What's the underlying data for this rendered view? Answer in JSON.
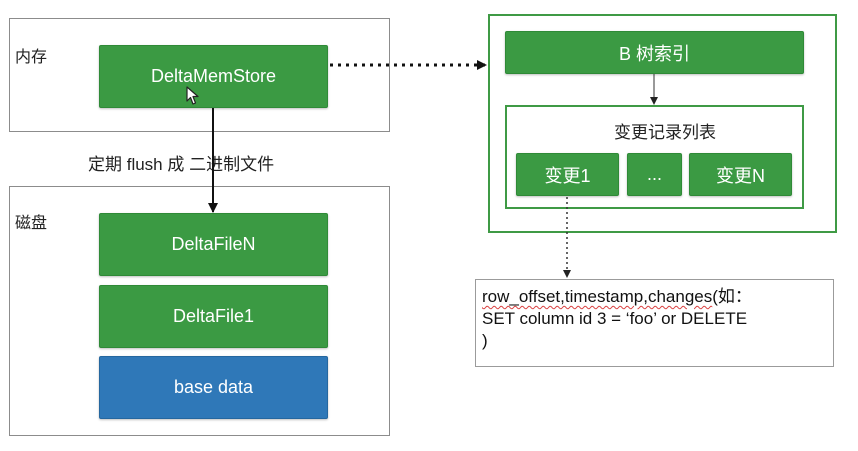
{
  "memory_panel": {
    "label": "内存",
    "store_label": "DeltaMemStore"
  },
  "flush_label": "定期 flush 成 二进制文件",
  "disk_panel": {
    "label": "磁盘",
    "files": [
      "DeltaFileN",
      "DeltaFile1"
    ],
    "base_label": "base data"
  },
  "index_panel": {
    "btree_label": "B 树索引",
    "changes_list_title": "变更记录列表",
    "changes": [
      "变更1",
      "...",
      "变更N"
    ]
  },
  "note": {
    "line1_fields": "row_offset,timestamp,changes",
    "line1_suffix": "(如：",
    "line2": "SET column id 3 = ‘foo’ or DELETE",
    "line3": ")"
  },
  "colors": {
    "green_fill": "#3b9a43",
    "blue_fill": "#2f78b8",
    "panel_border": "#8c8c8c",
    "green_border": "#3f9a45"
  }
}
